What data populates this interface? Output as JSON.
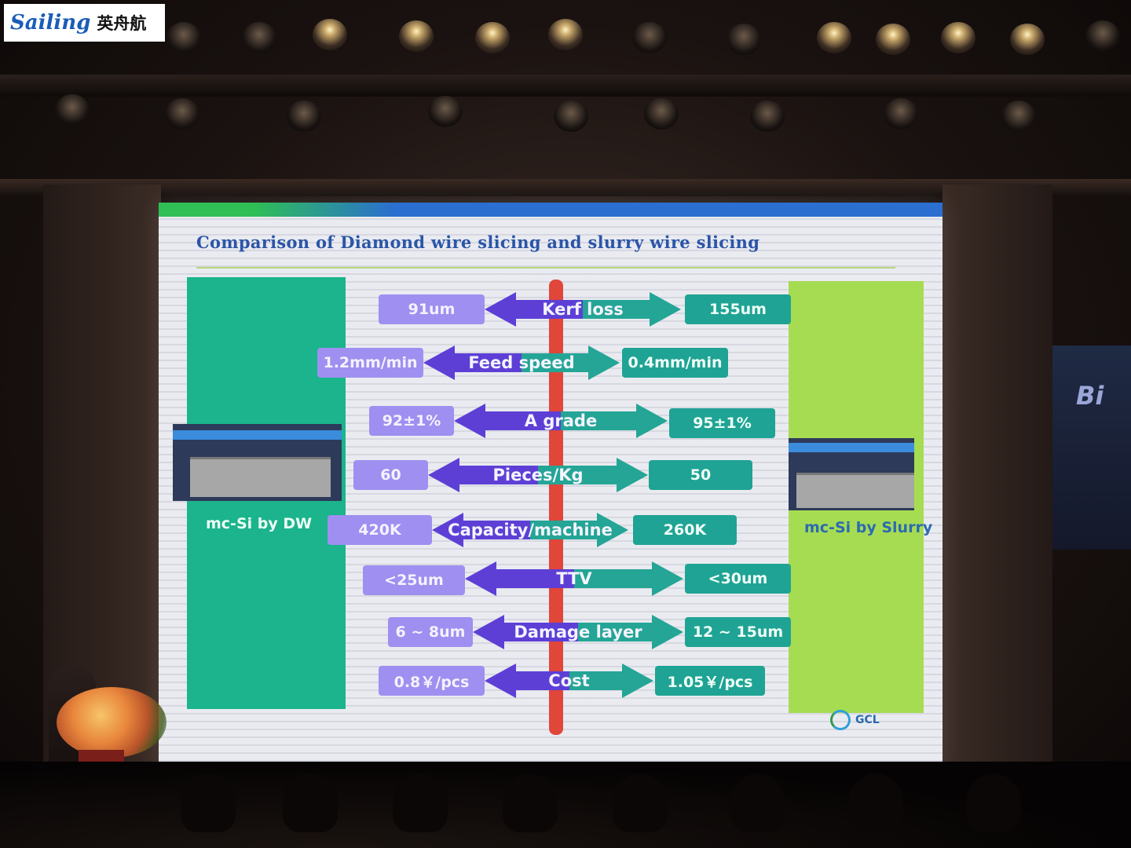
{
  "logo": {
    "wordmark": "Sailing",
    "chinese": "英舟航"
  },
  "backdrop_text": "Bi",
  "slide": {
    "title": "Comparison of Diamond wire slicing and slurry wire slicing",
    "left_panel_label": "mc-Si by DW",
    "right_panel_label": "mc-Si by Slurry",
    "brand": "GCL",
    "rows": [
      {
        "metric": "Kerf loss",
        "dw": "91um",
        "slurry": "155um"
      },
      {
        "metric": "Feed speed",
        "dw": "1.2mm/min",
        "slurry": "0.4mm/min"
      },
      {
        "metric": "A grade",
        "dw": "92±1%",
        "slurry": "95±1%"
      },
      {
        "metric": "Pieces/Kg",
        "dw": "60",
        "slurry": "50"
      },
      {
        "metric": "Capacity/machine",
        "dw": "420K",
        "slurry": "260K"
      },
      {
        "metric": "TTV",
        "dw": "<25um",
        "slurry": "<30um"
      },
      {
        "metric": "Damage layer",
        "dw": "6 ~ 8um",
        "slurry": "12 ~ 15um"
      },
      {
        "metric": "Cost",
        "dw": "0.8￥/pcs",
        "slurry": "1.05￥/pcs"
      }
    ]
  },
  "colors": {
    "dw_panel": "#1bb48c",
    "slurry_panel": "#a6dc52",
    "dw_value_box": "#9f8ff0",
    "slurry_value_box": "#1fa394",
    "divider": "#e0463a"
  }
}
